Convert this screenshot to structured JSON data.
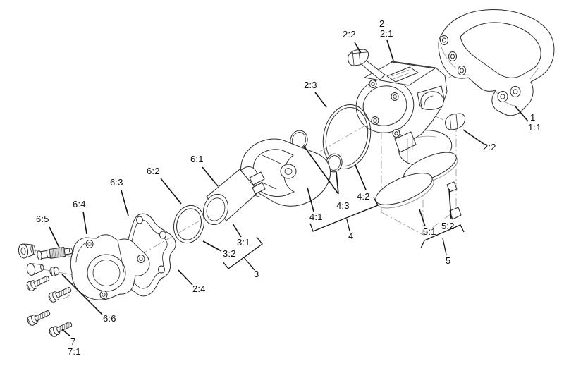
{
  "diagram": {
    "background": "#ffffff",
    "colors": {
      "line": "#2b2b2b",
      "soft": "#949494",
      "leader": "#141414",
      "centerline": "#9a9a9a",
      "hatch": "#8a8a8a"
    },
    "callouts": {
      "top_clip": "2:2",
      "body": "2",
      "body_sub": "2:1",
      "large_oring": "2:3",
      "housing": "1",
      "housing_sub": "1:1",
      "right_clip": "2:2",
      "piston": "6:1",
      "piston_oring": "6:2",
      "gasket": "6:3",
      "cover": "6:4",
      "spring_screw": "6:5",
      "seal_4_2": "4:2",
      "small_orings": "4:3",
      "shell": "4:1",
      "group4": "4",
      "plate_5_2": "5:2",
      "plate_5_1": "5:1",
      "group5": "5",
      "cylinder_3_1": "3:1",
      "oring_3_2": "3:2",
      "group3": "3",
      "gasket_2_4": "2:4",
      "nut": "6:6",
      "bolt": "7",
      "bolt_sub": "7:1"
    }
  }
}
